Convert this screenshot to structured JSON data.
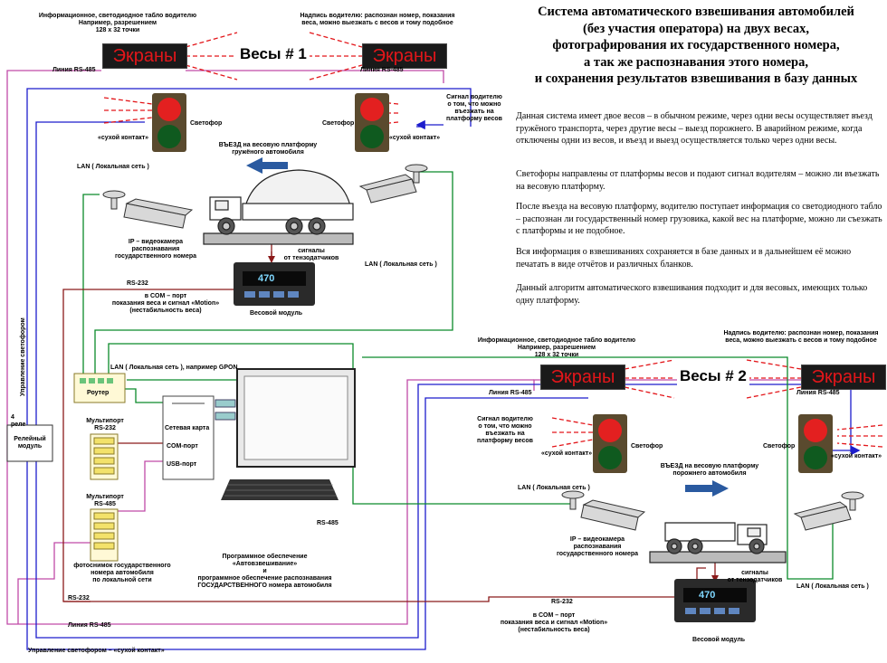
{
  "header": {
    "title": "Система автоматического взвешивания автомобилей\n(без участия оператора) на двух весах,\nфотографирования их государственного номера,\nа так же распознавания этого номера,\nи сохранения результатов взвешивания в базу данных"
  },
  "description": {
    "p1": "Данная система имеет двое весов – в обычном режиме, через одни весы осуществляет въезд гружёного транспорта, через другие весы – выезд порожнего. В аварийном режиме, когда отключены одни из весов, и въезд и выезд осуществляется только через одни весы.",
    "p2": "Светофоры направлены от платформы весов и подают сигнал водителям – можно ли въезжать на весовую платформу.",
    "p3": "После въезда на весовую платформу, водителю поступает информация со светодиодного табло – распознан ли государственный номер грузовика, какой вес на платформе, можно ли съезжать с платформы и не подобное.",
    "p4": "Вся информация о взвешиваниях сохраняется в базе данных и в дальнейшем её можно печатать в виде отчётов и различных бланков.",
    "p5": "Данный алгоритм автоматического взвешивания подходит и для весовых, имеющих только одну платформу."
  },
  "scale1": {
    "name": "Весы # 1",
    "screen_text": "Экраны",
    "info_board_note": "Информационное, светодиодное табло водителю\nНапример, разрешением\n128 х 32 точки",
    "board_note": "Надпись водителю: распознан номер, показания\nвеса, можно выезжать с весов и тому подобное",
    "line_rs485": "Линия RS-485",
    "traffic_light": "Светофор",
    "dry_contact": "«сухой контакт»",
    "driver_signal": "Сигнал водителю\nо том, что можно\nвъезжать на\nплатформу весов",
    "entry_note": "ВЪЕЗД на весовую платформу\nгружёного автомобиля",
    "lan": "LAN ( Локальная сеть )",
    "camera_note": "IP – видеокамера\nраспознавания\nгосударственного номера",
    "sensors": "сигналы\nот тензодатчиков",
    "rs232": "RS-232",
    "com_note": "в COM – порт\nпоказания веса и сигнал «Motion»\n(нестабильность веса)",
    "weight_module": "Весовой модуль",
    "display_value": "470"
  },
  "scale2": {
    "name": "Весы # 2",
    "screen_text": "Экраны",
    "info_board_note": "Информационное, светодиодное табло водителю\nНапример, разрешением\n128 х 32 точки",
    "board_note": "Надпись водителю: распознан номер, показания\nвеса, можно выезжать с весов и тому подобное",
    "line_rs485": "Линия RS-485",
    "traffic_light": "Светофор",
    "dry_contact": "«сухой контакт»",
    "driver_signal": "Сигнал водителю\nо том, что можно\nвъезжать на\nплатформу весов",
    "entry_note": "ВЪЕЗД на весовую платформу\nпорожнего автомобиля",
    "lan": "LAN ( Локальная сеть )",
    "camera_note": "IP – видеокамера\nраспознавания\nгосударственного номера",
    "sensors": "сигналы\nот тензодатчиков",
    "rs232": "RS-232",
    "com_note": "в COM – порт\nпоказания веса и сигнал «Motion»\n(нестабильность веса)",
    "weight_module": "Весовой модуль",
    "display_value": "470"
  },
  "control": {
    "router_lan": "LAN ( Локальная сеть ), например GPON",
    "router": "Роутер",
    "relay_count": "4\nреле",
    "relay_module": "Релейный\nмодуль",
    "multiport_232": "Мультипорт\nRS-232",
    "multiport_485": "Мультипорт\nRS-485",
    "network_card": "Сетевая карта",
    "com_port": "COM-порт",
    "usb_port": "USB-порт",
    "rs485": "RS-485",
    "photo_note": "фотоснимок государственного\nномера автомобиля\nпо локальной сети",
    "software_note": "Программное обеспечение\n«Автовзвешивание»\nи\nпрограммное обеспечение распознавания\nГОСУДАРСТВЕННОГО номера автомобиля",
    "rs232_bottom": "RS-232",
    "line_rs485_bottom": "Линия RS-485",
    "traffic_control_vertical": "Управление светофором",
    "traffic_control_bottom": "Управление светофором – «сухой контакт»"
  },
  "colors": {
    "pink": "#c04aa8",
    "blue": "#1c1ccc",
    "green": "#0a8a2a",
    "brown": "#8b1a1a",
    "red": "#e3161a",
    "arrow_blue": "#2a5aa0"
  }
}
